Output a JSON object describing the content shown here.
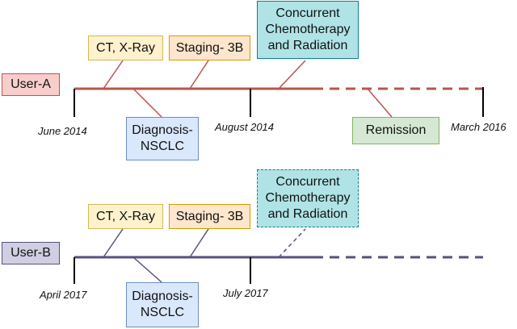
{
  "colors": {
    "user_a_line": "#b85450",
    "user_b_line": "#56517e",
    "tick": "#000000"
  },
  "user_a": {
    "label": "User-A",
    "events_top": [
      "CT, X-Ray",
      "Staging- 3B",
      "Concurrent\nChemotherapy\nand Radiation"
    ],
    "events_bottom": [
      "Diagnosis-\nNSCLC",
      "Remission"
    ],
    "dates": [
      "June 2014",
      "August 2014",
      "March 2016"
    ]
  },
  "user_b": {
    "label": "User-B",
    "events_top": [
      "CT, X-Ray",
      "Staging- 3B",
      "Concurrent\nChemotherapy\nand Radiation"
    ],
    "events_bottom": [
      "Diagnosis-\nNSCLC"
    ],
    "dates": [
      "April 2017",
      "July 2017"
    ]
  }
}
